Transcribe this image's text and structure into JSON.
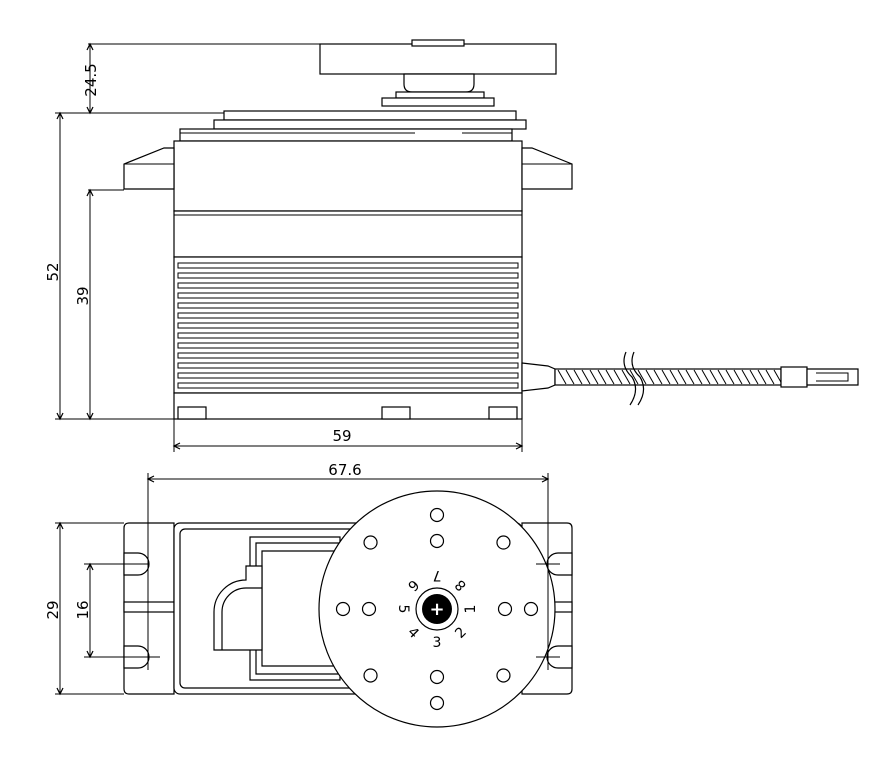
{
  "dimensions": {
    "top_height": "24.5",
    "total_height": "52",
    "body_height": "39",
    "body_width": "59",
    "mount_span": "67.6",
    "flange_height": "29",
    "hole_spacing": "16"
  },
  "horn_positions": [
    "1",
    "2",
    "3",
    "4",
    "5",
    "6",
    "7",
    "8"
  ],
  "center_mark": "+"
}
